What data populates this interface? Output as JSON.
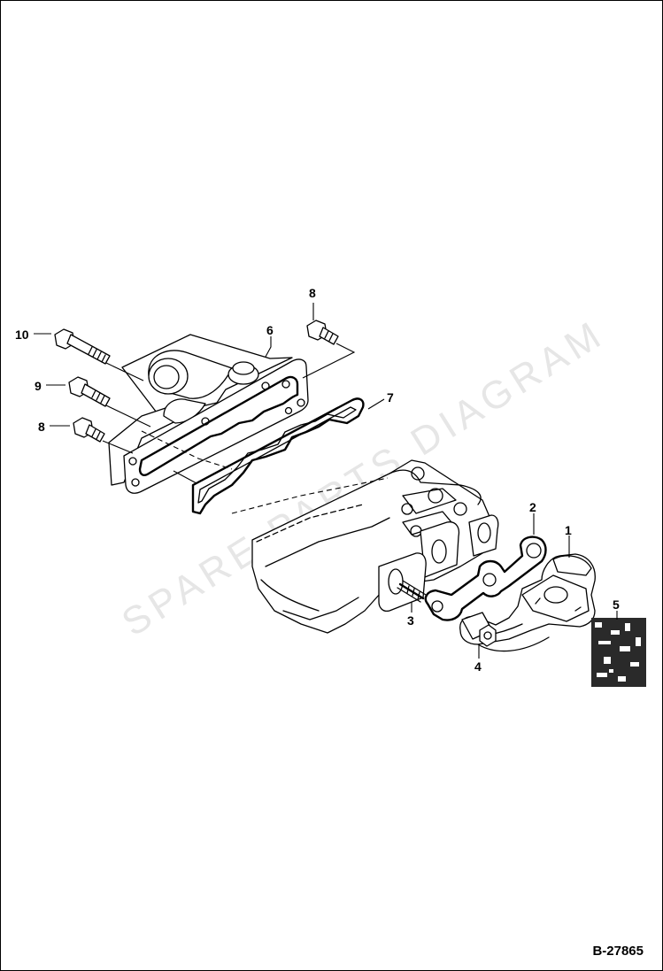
{
  "figure_reference": "B-27865",
  "callouts": [
    {
      "id": "c1",
      "label": "1"
    },
    {
      "id": "c2",
      "label": "2"
    },
    {
      "id": "c3",
      "label": "3"
    },
    {
      "id": "c4",
      "label": "4"
    },
    {
      "id": "c5",
      "label": "5"
    },
    {
      "id": "c6",
      "label": "6"
    },
    {
      "id": "c7",
      "label": "7"
    },
    {
      "id": "c8a",
      "label": "8"
    },
    {
      "id": "c8b",
      "label": "8"
    },
    {
      "id": "c9",
      "label": "9"
    },
    {
      "id": "c10",
      "label": "10"
    }
  ]
}
